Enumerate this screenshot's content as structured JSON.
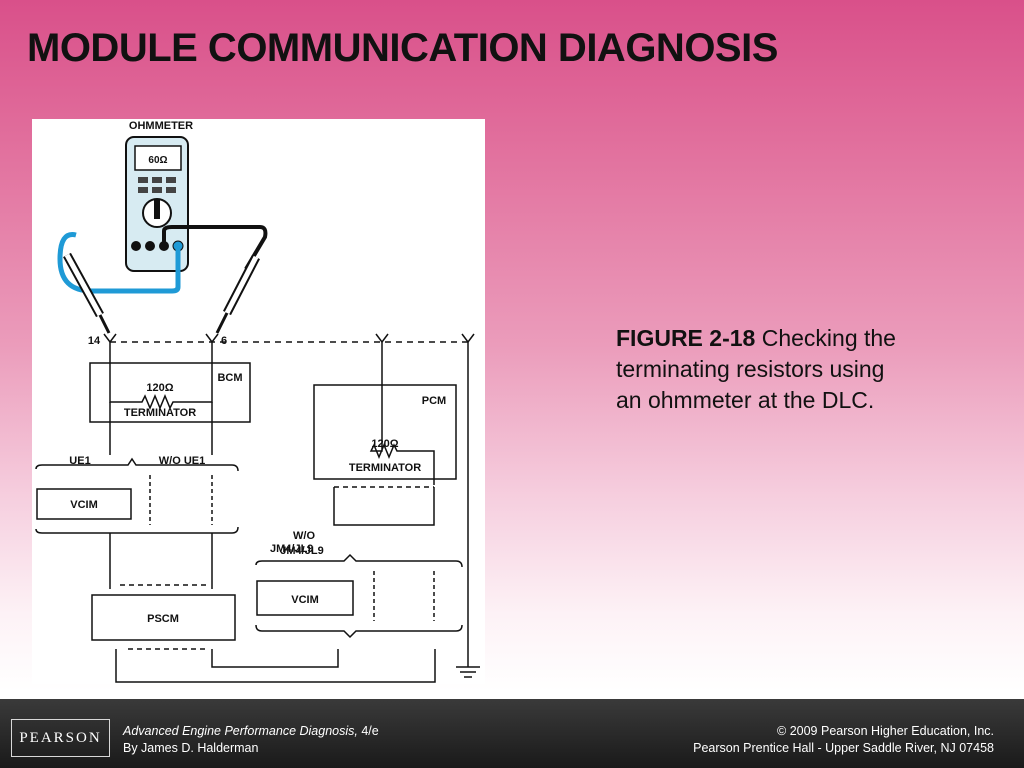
{
  "slide": {
    "title": "MODULE COMMUNICATION DIAGNOSIS"
  },
  "figure": {
    "meter_label": "OHMMETER",
    "meter_reading": "60Ω",
    "pin_left": "14",
    "pin_right": "6",
    "bcm_label": "BCM",
    "pcm_label": "PCM",
    "resistor_value_1": "120Ω",
    "resistor_value_2": "120Ω",
    "terminator_1": "TERMINATOR",
    "terminator_2": "TERMINATOR",
    "ue1_label": "UE1",
    "wo_ue1_label": "W/O UE1",
    "vcim_label_1": "VCIM",
    "vcim_label_2": "VCIM",
    "jm4_label": "JM4/JL9",
    "wo_label": "W/O",
    "wo_jm4_label": "JM4/JL9",
    "pscm_label": "PSCM"
  },
  "caption": {
    "label": "FIGURE 2-18",
    "text": " Checking the terminating resistors using an ohmmeter at the DLC."
  },
  "footer": {
    "logo": "PEARSON",
    "book_title": "Advanced Engine Performance Diagnosis,",
    "edition": " 4/e",
    "author": "By James D. Halderman",
    "copyright": "© 2009 Pearson Higher Education, Inc.",
    "publisher": "Pearson Prentice Hall - Upper Saddle River, NJ 07458"
  },
  "colors": {
    "probe_lead_blue": "#1f9ad6",
    "meter_body": "#d7ebf2"
  }
}
